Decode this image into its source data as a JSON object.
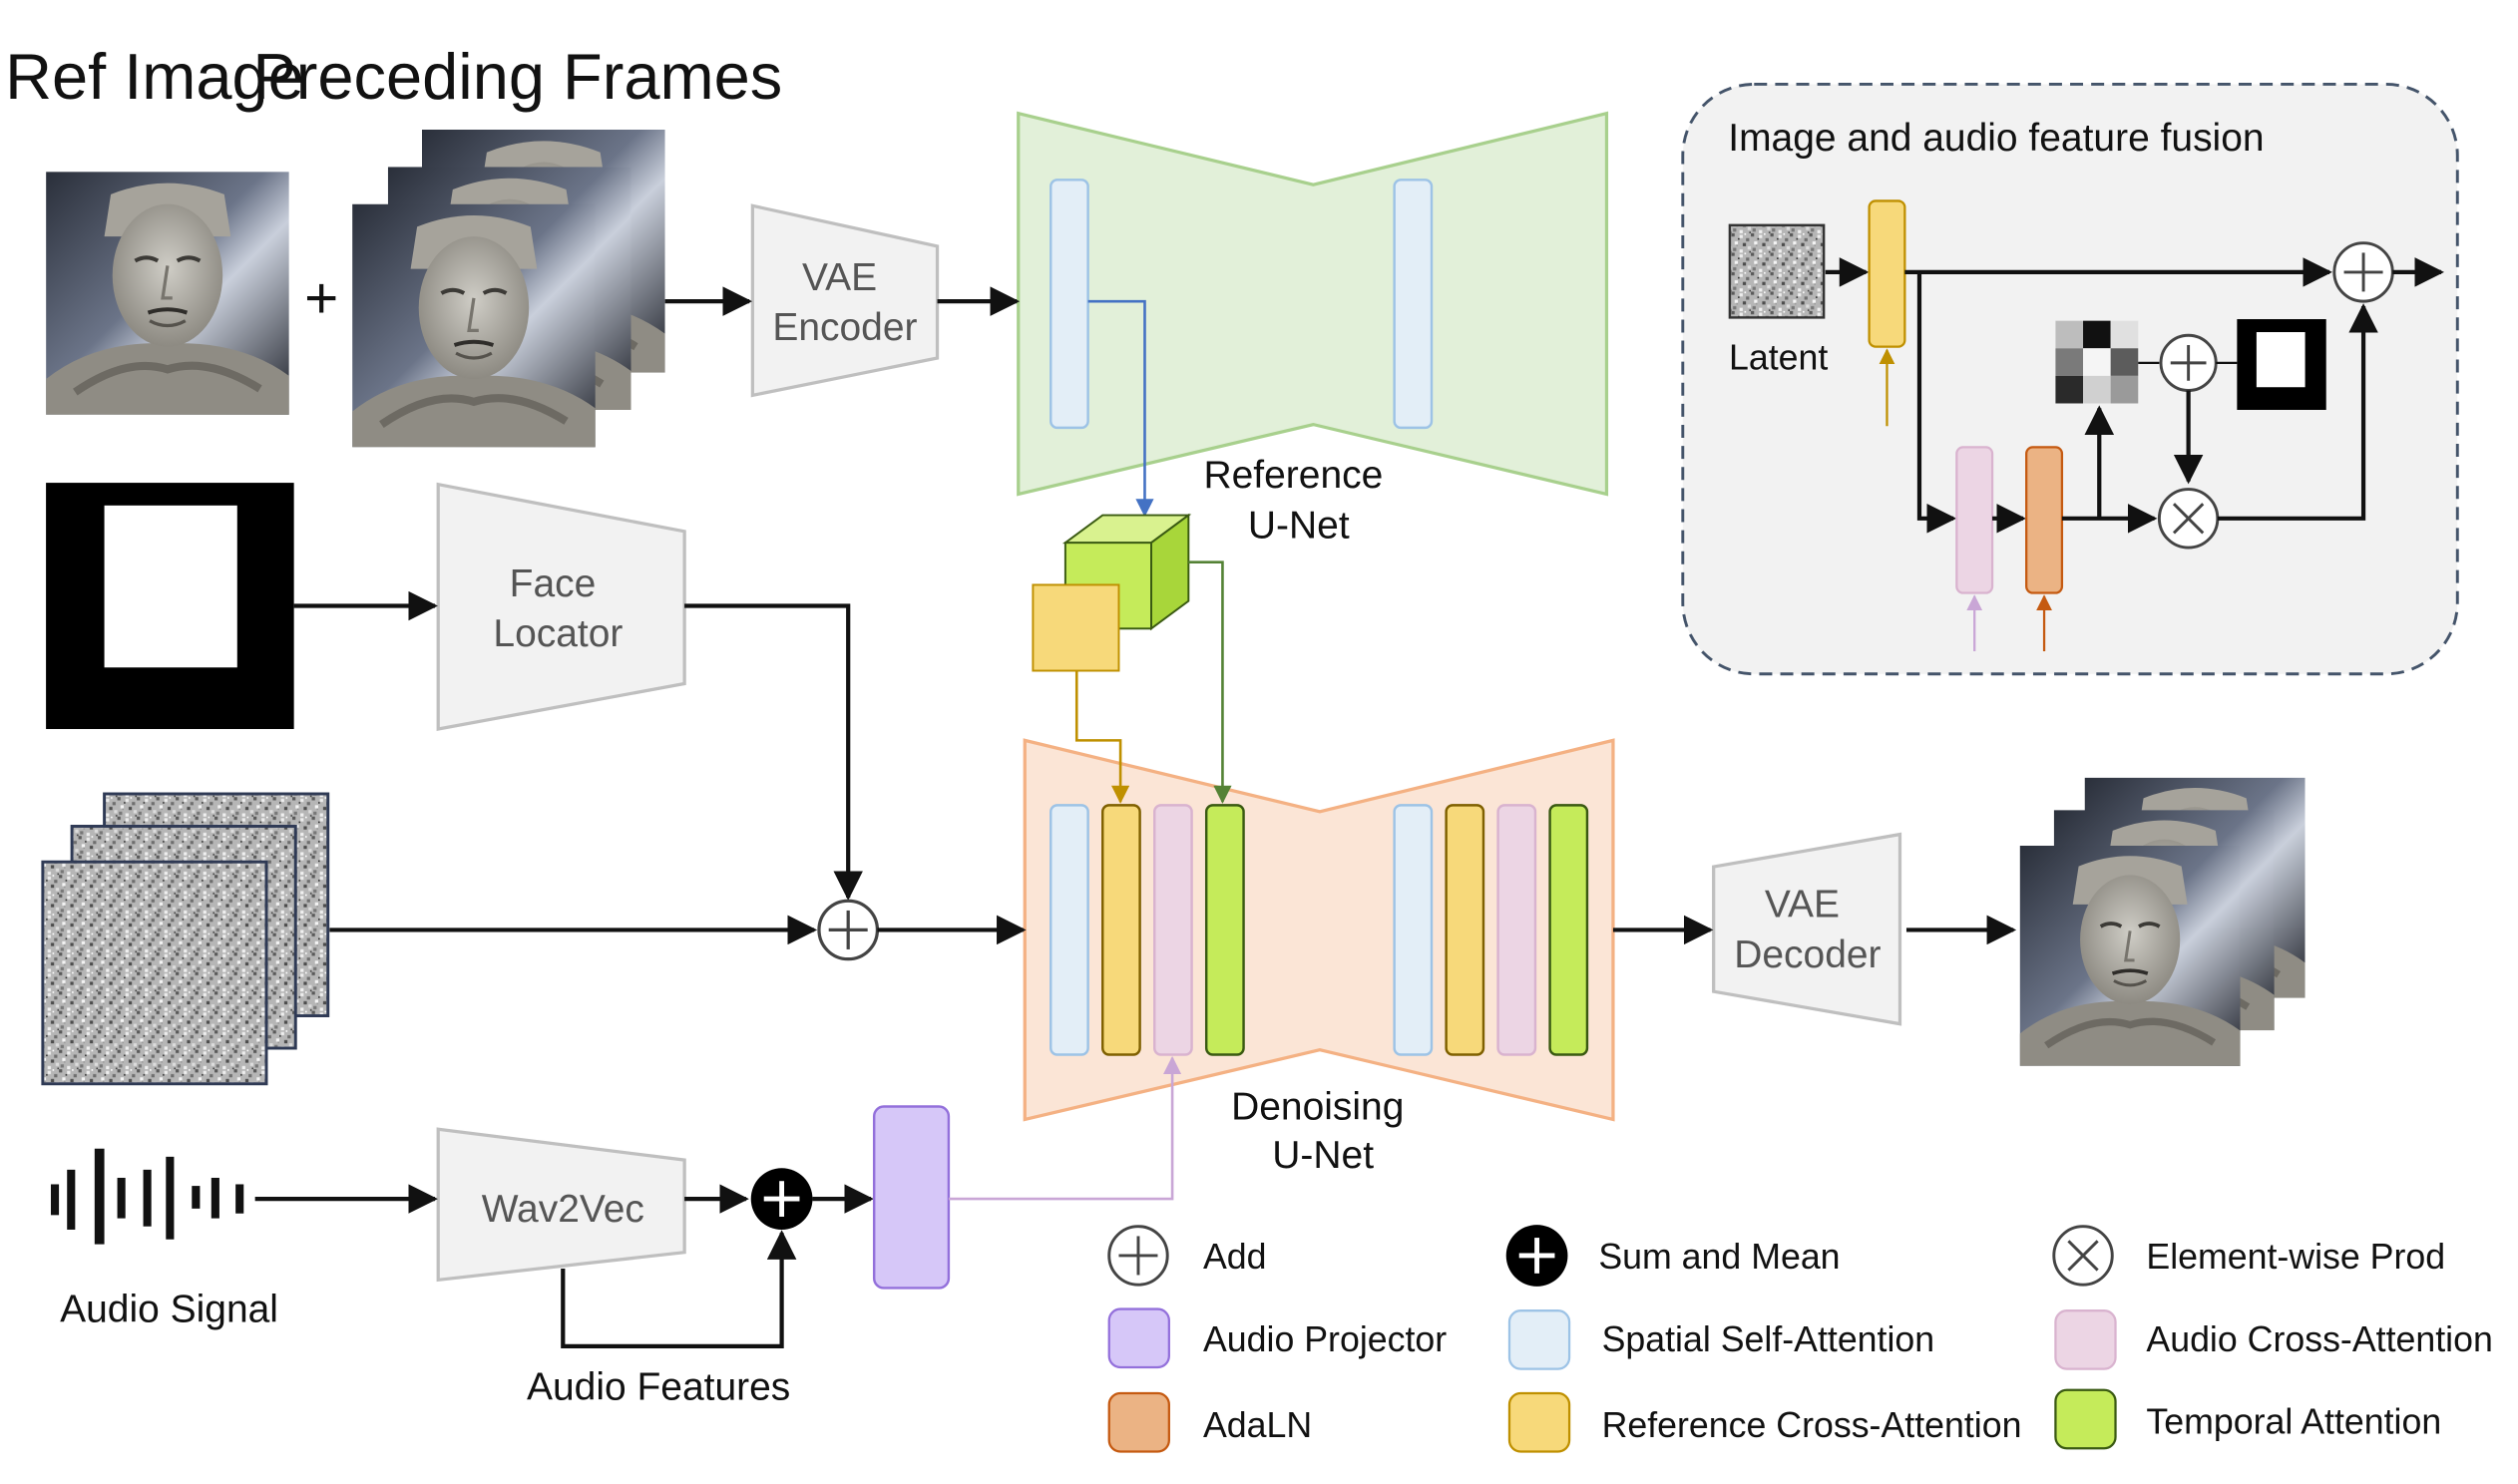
{
  "inputs": {
    "ref_image_label": "Ref Image",
    "preceding_frames_label": "Preceding Frames",
    "audio_signal_label": "Audio Signal",
    "audio_features_label": "Audio Features"
  },
  "modules": {
    "vae_encoder": [
      "VAE",
      "Encoder"
    ],
    "vae_decoder": [
      "VAE",
      "Decoder"
    ],
    "face_locator": [
      "Face",
      "Locator"
    ],
    "wav2vec": "Wav2Vec",
    "reference_unet": [
      "Reference",
      "U-Net"
    ],
    "denoising_unet": [
      "Denoising",
      "U-Net"
    ]
  },
  "inset": {
    "title": "Image and audio feature fusion",
    "latent_label": "Latent"
  },
  "legend": [
    {
      "key": "add",
      "label": "Add"
    },
    {
      "key": "sum_mean",
      "label": "Sum and Mean"
    },
    {
      "key": "elementwise",
      "label": "Element-wise Prod"
    },
    {
      "key": "audio_projector",
      "label": "Audio Projector",
      "color": "#d6c7f8"
    },
    {
      "key": "spatial_self_attention",
      "label": "Spatial Self-Attention",
      "color": "#e3eef7"
    },
    {
      "key": "audio_cross_attention",
      "label": "Audio Cross-Attention",
      "color": "#ecd5e4"
    },
    {
      "key": "adaln",
      "label": "AdaLN",
      "color": "#ebb384"
    },
    {
      "key": "reference_cross_attention",
      "label": "Reference Cross-Attention",
      "color": "#f7d97a"
    },
    {
      "key": "temporal_attention",
      "label": "Temporal Attention",
      "color": "#c5eb5a"
    }
  ],
  "colors": {
    "reference_unet_fill": "#e2f0d9",
    "reference_unet_stroke": "#a8d08d",
    "denoising_unet_fill": "#fbe5d6",
    "denoising_unet_stroke": "#f4b183",
    "module_fill": "#f2f2f2",
    "module_stroke": "#bfbfbf",
    "inset_fill": "#f2f2f2",
    "inset_stroke": "#44546a"
  }
}
